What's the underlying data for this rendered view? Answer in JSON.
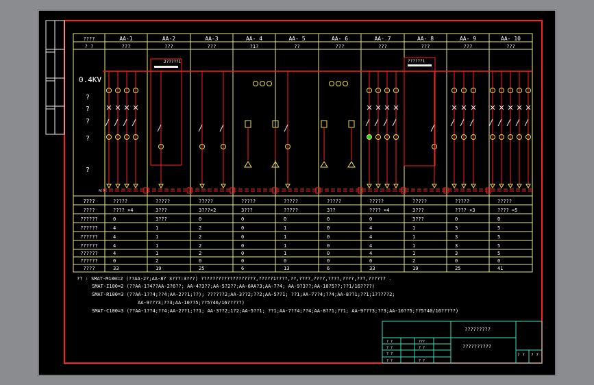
{
  "title_block": {
    "drawing_name": "?????????",
    "drawing_code": "??????????",
    "sheet_no": "? ?",
    "sheet_of": "? ?",
    "rows": [
      [
        "? ?",
        "???"
      ],
      [
        "? ?",
        "? ?"
      ],
      [
        "? ?",
        ""
      ],
      [
        "? ?",
        "? ?"
      ]
    ]
  },
  "left_labels": {
    "voltage": "0.4KV",
    "rows": [
      "?",
      "?",
      "?",
      "?",
      "?"
    ],
    "bus_tag": "PE N"
  },
  "header": {
    "row1_label": "????",
    "row2_label": "? ?",
    "panels": [
      "AA-1",
      "AA-2",
      "AA-3",
      "AA- 4",
      "AA- 5",
      "AA- 6",
      "AA- 7",
      "AA- 8",
      "AA- 9",
      "AA- 10"
    ],
    "types": [
      "???",
      "???",
      "???",
      "?1?",
      "??",
      "???",
      "???",
      "???",
      "???",
      "???"
    ]
  },
  "feeder_labels": {
    "aa2": "2?????1",
    "aa8": "??????1"
  },
  "schedule": {
    "labels": [
      "????",
      "????",
      "????",
      "??????",
      "??????",
      "??????",
      "??????",
      "??????",
      "??????",
      "????"
    ],
    "rows": [
      [
        "?????",
        "?????",
        "?????",
        "?????",
        "?????",
        "?????",
        "?????",
        "?????",
        "?????",
        "?????"
      ],
      [
        "???? ×4",
        "3???",
        "3???×2",
        "3???",
        "?????",
        "3??",
        "???? ×4",
        "3???",
        "???? ×3",
        "???? ×5"
      ],
      [
        "0",
        "3???",
        "0",
        "0",
        "0",
        "0",
        "0",
        "3???",
        "0",
        "0"
      ],
      [
        "4",
        "1",
        "2",
        "0",
        "1",
        "0",
        "4",
        "1",
        "3",
        "5"
      ],
      [
        "4",
        "1",
        "2",
        "0",
        "1",
        "0",
        "4",
        "1",
        "3",
        "5"
      ],
      [
        "4",
        "1",
        "2",
        "0",
        "1",
        "0",
        "4",
        "1",
        "3",
        "5"
      ],
      [
        "4",
        "1",
        "2",
        "0",
        "1",
        "0",
        "4",
        "1",
        "3",
        "5"
      ],
      [
        "0",
        "2",
        "0",
        "0",
        "0",
        "0",
        "0",
        "2",
        "0",
        "0"
      ],
      [
        "33",
        "19",
        "25",
        "6",
        "13",
        "6",
        "33",
        "19",
        "25",
        "41"
      ]
    ]
  },
  "notes": [
    "?? : SMAT-M100=2 (??AA-2?;AA-8? 3???:3???)    ???????????????????,?????1????,??,????,????,????,????,???,?????? .",
    "SMAT-I100=2 (??AA-1?4??AA-2?6??;  AA-4?3??;AA-5?2??;AA-6AA?3;AA-7?4;  AA-9?3??;AA-10?5??;??1/16????)",
    "SMAT-R100=3 (??AA-1??4;??4;AA-2??1;??);    ??????2;AA-3??2;??2;AA-5??1;    ??1;AA-7??4;??4;AA-8??1;??1;1?????2;",
    "AA-9???3;??3;AA-10??5;??5?46/16?????)",
    "SMAT-C100=3 (??AA-1??4;??4;AA-2??1;??1;    AA-3??2;1?2;AA-5??1;    ??1;AA-7??4;??4;AA-8??1;??1;    AA-9???3;??3;AA-10??5;??5?40/16?????)"
  ]
}
